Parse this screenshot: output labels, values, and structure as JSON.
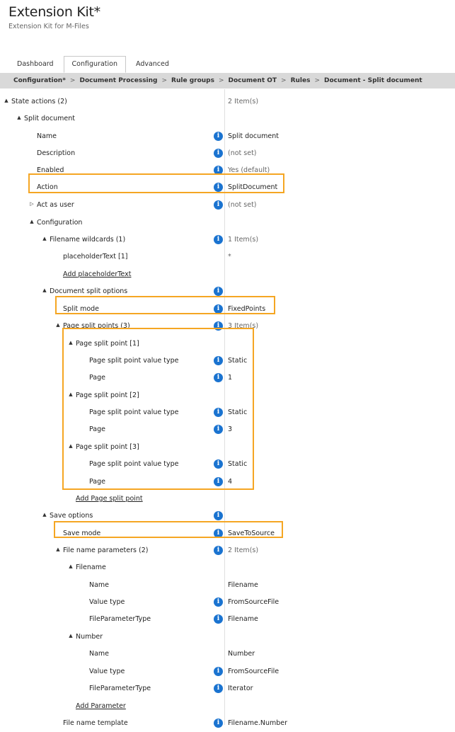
{
  "header": {
    "title": "Extension Kit*",
    "subtitle": "Extension Kit for M-Files"
  },
  "tabs": [
    {
      "label": "Dashboard",
      "active": false
    },
    {
      "label": "Configuration",
      "active": true
    },
    {
      "label": "Advanced",
      "active": false
    }
  ],
  "breadcrumb": [
    "Configuration*",
    "Document Processing",
    "Rule groups",
    "Document OT",
    "Rules",
    "Document - Split document"
  ],
  "breadcrumb_sep": ">",
  "highlight_color": "#f5a623",
  "info_icon_color": "#1a73d0",
  "rows": [
    {
      "label": "State actions (2)",
      "value": "2 Item(s)",
      "toggle": "▲",
      "info": false,
      "muted": true
    },
    {
      "label": "Split document",
      "value": "",
      "toggle": "▲",
      "info": false
    },
    {
      "label": "Name",
      "value": "Split document",
      "toggle": "",
      "info": true
    },
    {
      "label": "Description",
      "value": "(not set)",
      "toggle": "",
      "info": true,
      "muted": true
    },
    {
      "label": "Enabled",
      "value": "Yes (default)",
      "toggle": "",
      "info": true,
      "muted": true
    },
    {
      "label": "Action",
      "value": "SplitDocument",
      "toggle": "",
      "info": true
    },
    {
      "label": "Act as user",
      "value": "(not set)",
      "toggle": "▷",
      "info": true,
      "muted": true
    },
    {
      "label": "Configuration",
      "value": "",
      "toggle": "▲",
      "info": false
    },
    {
      "label": "Filename wildcards (1)",
      "value": "1 Item(s)",
      "toggle": "▲",
      "info": true,
      "muted": true
    },
    {
      "label": "placeholderText [1]",
      "value": "*",
      "toggle": "",
      "info": false,
      "muted": true
    },
    {
      "label": "Add placeholderText",
      "value": "",
      "toggle": "",
      "info": false,
      "link": true
    },
    {
      "label": "Document split options",
      "value": "",
      "toggle": "▲",
      "info": true
    },
    {
      "label": "Split mode",
      "value": "FixedPoints",
      "toggle": "",
      "info": true
    },
    {
      "label": "Page split points (3)",
      "value": "3 Item(s)",
      "toggle": "▲",
      "info": true,
      "muted": true
    },
    {
      "label": "Page split point [1]",
      "value": "",
      "toggle": "▲",
      "info": false
    },
    {
      "label": "Page split point value type",
      "value": "Static",
      "toggle": "",
      "info": true
    },
    {
      "label": "Page",
      "value": "1",
      "toggle": "",
      "info": true
    },
    {
      "label": "Page split point [2]",
      "value": "",
      "toggle": "▲",
      "info": false
    },
    {
      "label": "Page split point value type",
      "value": "Static",
      "toggle": "",
      "info": true
    },
    {
      "label": "Page",
      "value": "3",
      "toggle": "",
      "info": true
    },
    {
      "label": "Page split point [3]",
      "value": "",
      "toggle": "▲",
      "info": false
    },
    {
      "label": "Page split point value type",
      "value": "Static",
      "toggle": "",
      "info": true
    },
    {
      "label": "Page",
      "value": "4",
      "toggle": "",
      "info": true
    },
    {
      "label": "Add Page split point",
      "value": "",
      "toggle": "",
      "info": false,
      "link": true
    },
    {
      "label": "Save options",
      "value": "",
      "toggle": "▲",
      "info": true
    },
    {
      "label": "Save mode",
      "value": "SaveToSource",
      "toggle": "",
      "info": true
    },
    {
      "label": "File name parameters (2)",
      "value": "2 Item(s)",
      "toggle": "▲",
      "info": true,
      "muted": true
    },
    {
      "label": "Filename",
      "value": "",
      "toggle": "▲",
      "info": false
    },
    {
      "label": "Name",
      "value": "Filename",
      "toggle": "",
      "info": false
    },
    {
      "label": "Value type",
      "value": "FromSourceFile",
      "toggle": "",
      "info": true
    },
    {
      "label": "FileParameterType",
      "value": "Filename",
      "toggle": "",
      "info": true
    },
    {
      "label": "Number",
      "value": "",
      "toggle": "▲",
      "info": false
    },
    {
      "label": "Name",
      "value": "Number",
      "toggle": "",
      "info": false
    },
    {
      "label": "Value type",
      "value": "FromSourceFile",
      "toggle": "",
      "info": true
    },
    {
      "label": "FileParameterType",
      "value": "Iterator",
      "toggle": "",
      "info": true
    },
    {
      "label": "Add Parameter",
      "value": "",
      "toggle": "",
      "info": false,
      "link": true
    },
    {
      "label": "File name template",
      "value": "Filename.Number",
      "toggle": "",
      "info": true
    }
  ]
}
